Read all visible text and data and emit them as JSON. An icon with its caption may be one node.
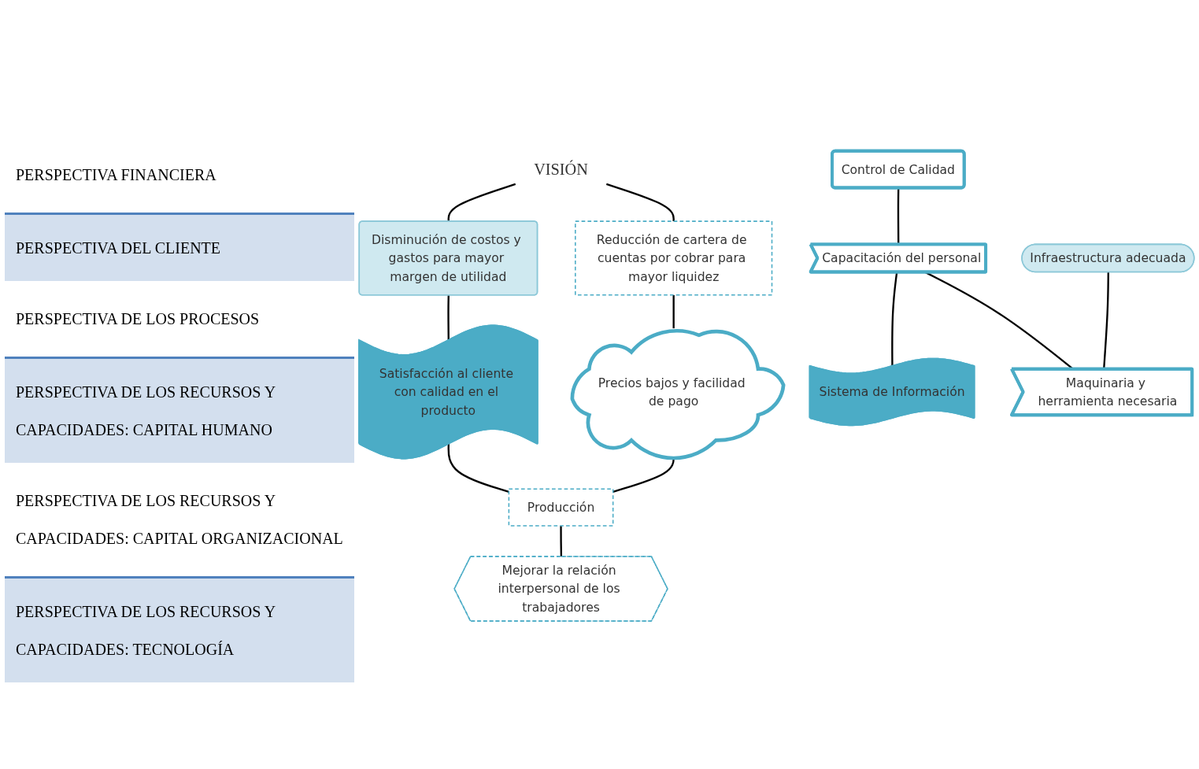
{
  "diagram": {
    "nodes": [
      {
        "text": [
          "VISIÓN"
        ]
      },
      {
        "text": [
          "Disminución de costos y gastos para mayor margen de utilidad"
        ]
      },
      {
        "text": [
          "Reducción de cartera de cuentas por cobrar para mayor liquidez"
        ]
      },
      {
        "text": [
          "Satisfacción al cliente con calidad en el producto"
        ]
      },
      {
        "text": [
          "Precios bajos y facilidad de pago"
        ]
      },
      {
        "text": [
          "Producción"
        ]
      },
      {
        "text": [
          "Control de Calidad"
        ]
      },
      {
        "text": [
          "Capacitación del personal"
        ]
      },
      {
        "text": [
          "Mejorar la relación interpersonal de los trabajadores"
        ]
      },
      {
        "text": [
          "Infraestructura adecuada"
        ]
      },
      {
        "text": [
          "Maquinaria y herramienta necesaria"
        ]
      },
      {
        "text": [
          "Sistema de Información"
        ]
      }
    ],
    "edges": [
      {
        "from": 0,
        "to": 1,
        "arrow": "none"
      },
      {
        "from": 0,
        "to": 2,
        "arrow": "none"
      },
      {
        "from": 1,
        "to": 3,
        "arrow": "none"
      },
      {
        "from": 2,
        "to": 4,
        "arrow": "none"
      },
      {
        "from": 3,
        "to": 5,
        "arrow": "none"
      },
      {
        "from": 4,
        "to": 5,
        "arrow": "none"
      },
      {
        "from": 5,
        "to": 8,
        "arrow": "none"
      },
      {
        "from": 6,
        "to": 7,
        "arrow": "none"
      },
      {
        "from": 7,
        "to": 11,
        "arrow": "none"
      },
      {
        "from": 7,
        "to": 10,
        "arrow": "none"
      },
      {
        "from": 9,
        "to": 10,
        "arrow": "none"
      }
    ],
    "labels": [
      "PERSPECTIVA FINANCIERA",
      "PERSPECTIVA DEL CLIENTE",
      "PERSPECTIVA DE LOS PROCESOS",
      "PERSPECTIVA DE LOS RECURSOS Y CAPACIDADES: CAPITAL HUMANO",
      "PERSPECTIVA DE LOS RECURSOS Y CAPACIDADES: CAPITAL ORGANIZACIONAL",
      "PERSPECTIVA DE LOS RECURSOS Y CAPACIDADES: TECNOLOGÍA"
    ]
  }
}
